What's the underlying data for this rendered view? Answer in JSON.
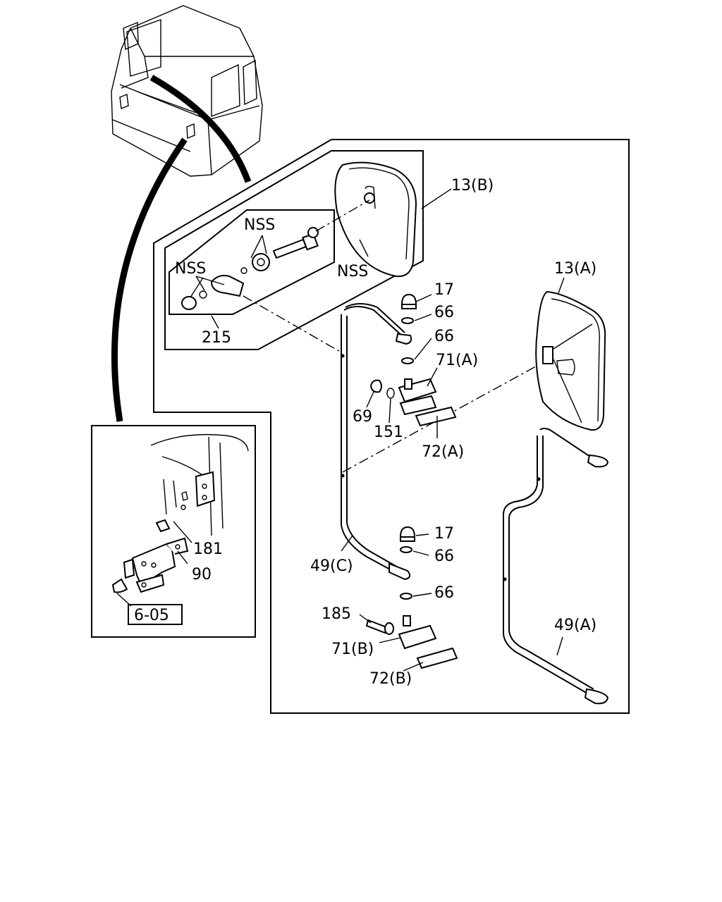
{
  "labels": {
    "mirror_b": "13(B)",
    "mirror_a": "13(A)",
    "nss_mirror": "NSS",
    "nss_upper": "NSS",
    "nss_lower": "NSS",
    "kit_215": "215",
    "cap_17_top": "17",
    "washer_66_a": "66",
    "washer_66_b": "66",
    "bracket_71a": "71(A)",
    "nut_69": "69",
    "washer_151": "151",
    "pad_72a": "72(A)",
    "cap_17_bottom": "17",
    "washer_66_c": "66",
    "washer_66_d": "66",
    "arm_49c": "49(C)",
    "bolt_185": "185",
    "bracket_71b": "71(B)",
    "pad_72b": "72(B)",
    "arm_49a": "49(A)",
    "clip_181": "181",
    "bracket_90": "90",
    "ref_605": "6-05"
  }
}
